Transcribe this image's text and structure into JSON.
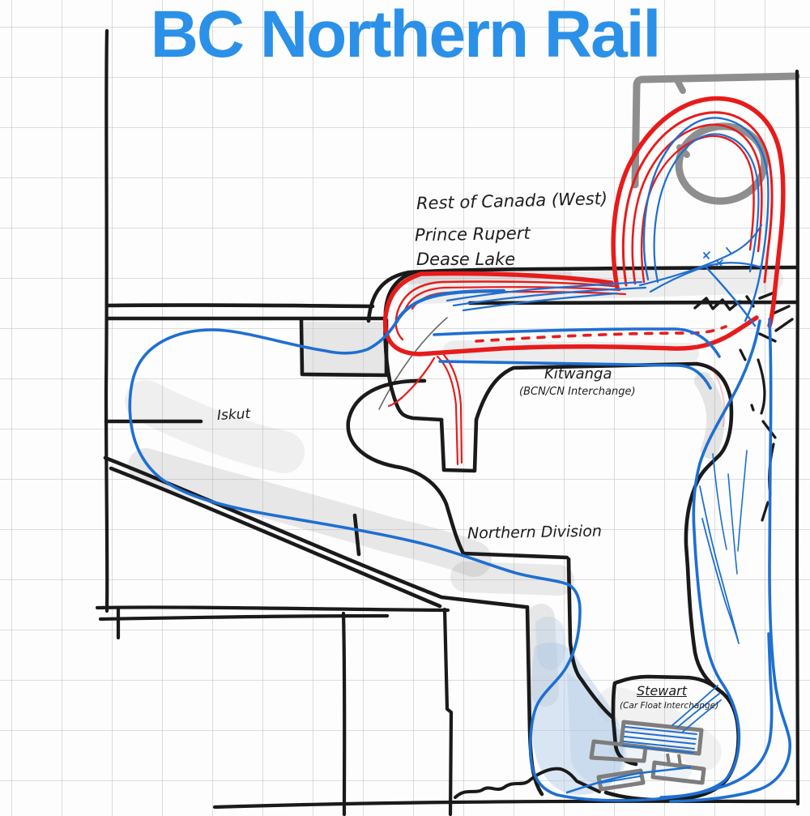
{
  "title": "BC Northern Rail",
  "map_labels": {
    "staging_line1": "Rest of Canada (West)",
    "staging_line2": "Prince Rupert",
    "staging_line3": "Dease Lake",
    "kitwanga_name": "Kitwanga",
    "kitwanga_note": "(BCN/CN Interchange)",
    "iskut_name": "Iskut",
    "northern_division_name": "Northern Division",
    "stewart_name": "Stewart",
    "stewart_note": "(Car Float Interchange)"
  },
  "colors": {
    "title": "#2b90e8",
    "cn_track_red": "#e81b1b",
    "bcn_track_blue": "#1e6fd2",
    "ink_black": "#1a1a1a",
    "marker_grey": "#8e8e8e",
    "water_blue": "#adc8e4",
    "grid_line": "#bcbcbc",
    "paper": "#fdfdfd"
  }
}
